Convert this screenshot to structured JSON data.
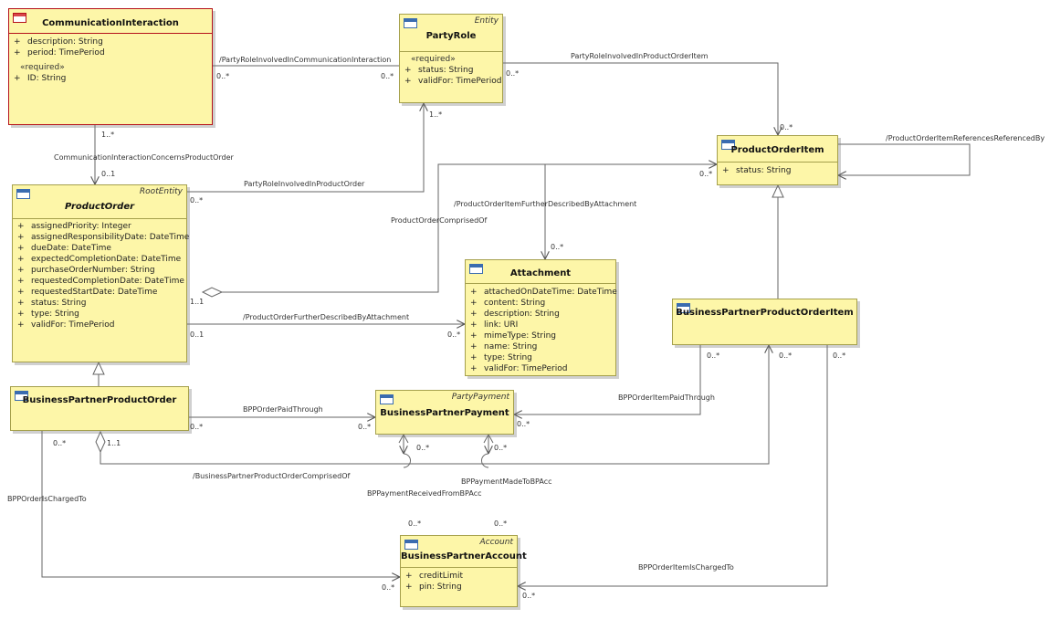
{
  "classes": {
    "comm": {
      "name": "CommunicationInteraction",
      "stereo": "",
      "attrs": [
        {
          "vis": "+",
          "text": "description: String"
        },
        {
          "vis": "+",
          "text": "period: TimePeriod"
        },
        {
          "vis": "",
          "text": "«required»"
        },
        {
          "vis": "+",
          "text": "ID: String"
        }
      ]
    },
    "partyRole": {
      "name": "PartyRole",
      "stereo": "Entity",
      "attrs": [
        {
          "vis": "",
          "text": "«required»"
        },
        {
          "vis": "+",
          "text": "status: String"
        },
        {
          "vis": "+",
          "text": "validFor: TimePeriod"
        }
      ]
    },
    "productOrderItem": {
      "name": "ProductOrderItem",
      "stereo": "",
      "attrs": [
        {
          "vis": "+",
          "text": "status: String"
        }
      ]
    },
    "productOrder": {
      "name": "ProductOrder",
      "stereo": "RootEntity",
      "attrs": [
        {
          "vis": "+",
          "text": "assignedPriority: Integer"
        },
        {
          "vis": "+",
          "text": "assignedResponsibilityDate: DateTime"
        },
        {
          "vis": "+",
          "text": "dueDate: DateTime"
        },
        {
          "vis": "+",
          "text": "expectedCompletionDate: DateTime"
        },
        {
          "vis": "+",
          "text": "purchaseOrderNumber: String"
        },
        {
          "vis": "+",
          "text": "requestedCompletionDate: DateTime"
        },
        {
          "vis": "+",
          "text": "requestedStartDate: DateTime"
        },
        {
          "vis": "+",
          "text": "status: String"
        },
        {
          "vis": "+",
          "text": "type: String"
        },
        {
          "vis": "+",
          "text": "validFor: TimePeriod"
        }
      ]
    },
    "attachment": {
      "name": "Attachment",
      "stereo": "",
      "attrs": [
        {
          "vis": "+",
          "text": "attachedOnDateTime: DateTime"
        },
        {
          "vis": "+",
          "text": "content: String"
        },
        {
          "vis": "+",
          "text": "description: String"
        },
        {
          "vis": "+",
          "text": "link: URI"
        },
        {
          "vis": "+",
          "text": "mimeType: String"
        },
        {
          "vis": "+",
          "text": "name: String"
        },
        {
          "vis": "+",
          "text": "type: String"
        },
        {
          "vis": "+",
          "text": "validFor: TimePeriod"
        }
      ]
    },
    "bppoi": {
      "name": "BusinessPartnerProductOrderItem",
      "stereo": "",
      "attrs": []
    },
    "bppo": {
      "name": "BusinessPartnerProductOrder",
      "stereo": "",
      "attrs": []
    },
    "bpp": {
      "name": "BusinessPartnerPayment",
      "stereo": "PartyPayment",
      "attrs": []
    },
    "bpa": {
      "name": "BusinessPartnerAccount",
      "stereo": "Account",
      "attrs": [
        {
          "vis": "+",
          "text": "creditLimit"
        },
        {
          "vis": "+",
          "text": "pin: String"
        }
      ]
    }
  },
  "associations": [
    {
      "id": "a1",
      "label": "/PartyRoleInvolvedInCommunicationInteraction"
    },
    {
      "id": "a2",
      "label": "PartyRoleInvolvedInProductOrderItem"
    },
    {
      "id": "a3",
      "label": "/ProductOrderItemReferencesReferencedBy"
    },
    {
      "id": "a4",
      "label": "CommunicationInteractionConcernsProductOrder"
    },
    {
      "id": "a5",
      "label": "PartyRoleInvolvedInProductOrder"
    },
    {
      "id": "a6",
      "label": "/ProductOrderItemFurtherDescribedByAttachment"
    },
    {
      "id": "a7",
      "label": "ProductOrderComprisedOf"
    },
    {
      "id": "a8",
      "label": "/ProductOrderFurtherDescribedByAttachment"
    },
    {
      "id": "a9",
      "label": "BPPOrderPaidThrough"
    },
    {
      "id": "a10",
      "label": "BPPOrderItemPaidThrough"
    },
    {
      "id": "a11",
      "label": "/BusinessPartnerProductOrderComprisedOf"
    },
    {
      "id": "a12",
      "label": "BPPaymentMadeToBPAcc"
    },
    {
      "id": "a13",
      "label": "BPPaymentReceivedFromBPAcc"
    },
    {
      "id": "a14",
      "label": "BPPOrderIsChargedTo"
    },
    {
      "id": "a15",
      "label": "BPPOrderItemIsChargedTo"
    }
  ],
  "multiplicities": [
    "0..*",
    "0..*",
    "0..*",
    "0..*",
    "0..*",
    "1..*",
    "0..1",
    "0..*",
    "1..*",
    "0..*",
    "0..*",
    "1..1",
    "0..1",
    "0..*",
    "0..*",
    "0..*",
    "0..*",
    "0..*",
    "0..*",
    "1..1",
    "0..*",
    "0..*",
    "0..*",
    "0..*",
    "0..*",
    "0..*",
    "0..*"
  ]
}
